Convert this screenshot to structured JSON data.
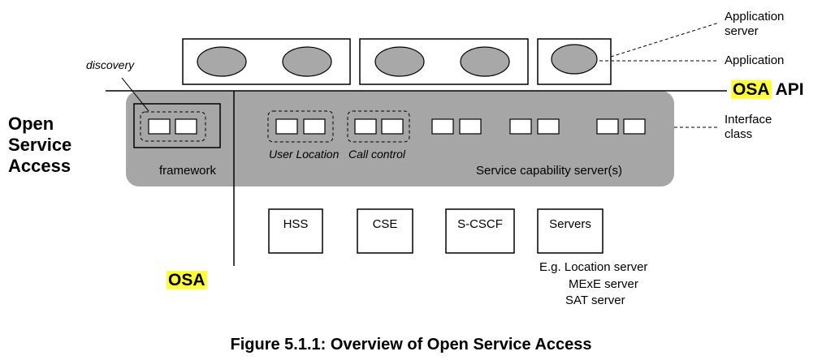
{
  "title": "Figure 5.1.1: Overview of Open Service Access",
  "left_label": [
    "Open",
    "Service",
    "Access"
  ],
  "osa_api": {
    "highlight": "OSA",
    "rest": "API"
  },
  "osa_bottom": "OSA",
  "discovery": "discovery",
  "framework": "framework",
  "scs_label": "Service capability server(s)",
  "user_location": "User Location",
  "call_control": "Call control",
  "application_server": [
    "Application",
    "server"
  ],
  "application": "Application",
  "interface_class": [
    "Interface",
    "class"
  ],
  "servers": [
    "HSS",
    "CSE",
    "S-CSCF",
    "Servers"
  ],
  "servers_note": [
    "E.g. Location server",
    "MExE server",
    "SAT server"
  ],
  "colors": {
    "panel": "#a6a6a6",
    "ellipse": "#a8a8a8",
    "highlight": "#ffff33"
  }
}
